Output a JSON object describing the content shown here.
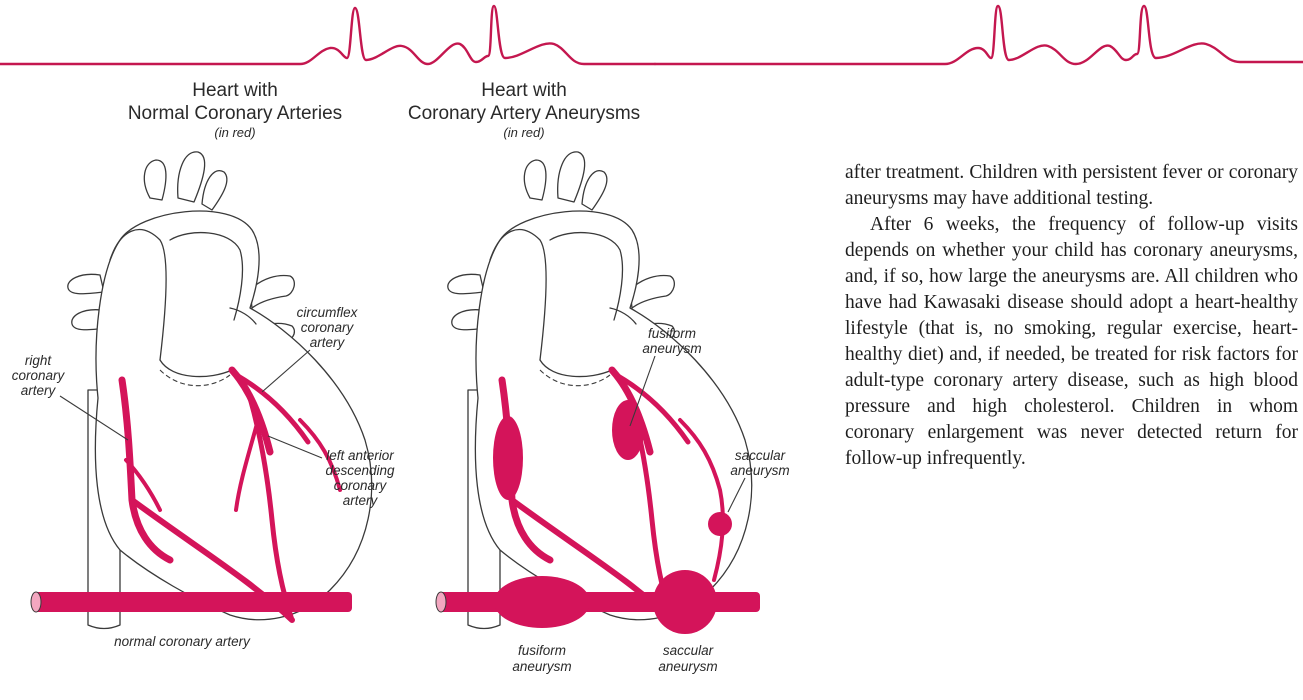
{
  "banner": {
    "line_color": "#c4174f"
  },
  "figure": {
    "artery_color": "#d4145a",
    "left_panel": {
      "title_line1": "Heart with",
      "title_line2": "Normal Coronary Arteries",
      "subtitle": "(in red)",
      "labels": {
        "right_coronary": [
          "right",
          "coronary",
          "artery"
        ],
        "circumflex": [
          "circumflex",
          "coronary",
          "artery"
        ],
        "lad": [
          "left anterior",
          "descending",
          "coronary",
          "artery"
        ]
      },
      "bottom_caption": "normal coronary artery"
    },
    "right_panel": {
      "title_line1": "Heart with",
      "title_line2": "Coronary Artery Aneurysms",
      "subtitle": "(in red)",
      "labels": {
        "fusiform_top": [
          "fusiform",
          "aneurysm"
        ],
        "saccular_right": [
          "saccular",
          "aneurysm"
        ]
      },
      "bottom_captions": {
        "fusiform": [
          "fusiform",
          "aneurysm"
        ],
        "saccular": [
          "saccular",
          "aneurysm"
        ]
      }
    }
  },
  "text": {
    "paragraph1": "after treatment. Children with persis­tent fever or coronary aneurysms may have additional testing.",
    "paragraph2": "After 6 weeks, the frequency of follow-up visits depends on whether your child has coronary aneurysms, and, if so, how large the aneurysms are. All children who have had Ka­wasaki disease should adopt a heart-healthy lifestyle (that is, no smoking, regular exercise, heart-healthy diet) and, if needed, be treated for risk factors for adult-type coronary artery disease, such as high blood pressure and high cholesterol. Children in whom coronary enlargement was never detected return for follow-up infrequently."
  }
}
